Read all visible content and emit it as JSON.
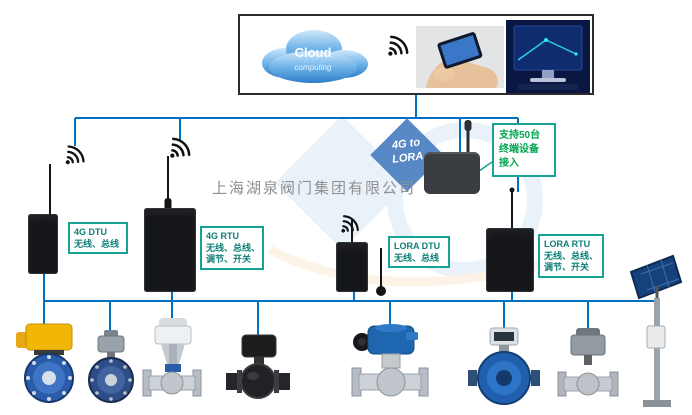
{
  "company_watermark": "上海湖泉阀门集团有限公司",
  "cloud": {
    "title": "Cloud",
    "subtitle": "computing"
  },
  "gateway_tag": {
    "line1": "4G to",
    "line2": "LORA"
  },
  "support_note": {
    "line1": "支持50台",
    "line2": "终端设备",
    "line3": "接入"
  },
  "device_labels": {
    "dtu_4g": {
      "title": "4G DTU",
      "line1": "无线、总线"
    },
    "rtu_4g": {
      "title": "4G RTU",
      "line1": "无线、总线、",
      "line2": "调节、开关"
    },
    "dtu_lora": {
      "title": "LORA DTU",
      "line1": "无线、总线"
    },
    "rtu_lora": {
      "title": "LORA RTU",
      "line1": "无线、总线、",
      "line2": "调节、开关"
    }
  },
  "colors": {
    "connector_blue": "#0070C0",
    "label_border_teal": "#18A295",
    "label_text_teal": "#0E7F78",
    "note_text_green": "#00A650",
    "gateway_diamond_blue": "#4A7FC1",
    "cloud_blue": "#2F7EC9"
  },
  "icons": {
    "wifi": "wifi-signal-icon",
    "products": [
      "electric-butterfly-valve",
      "butterfly-valve",
      "flanged-control-valve",
      "black-ball-valve",
      "electric-flanged-ball-valve",
      "electromagnetic-flowmeter",
      "electric-globe-valve",
      "solar-power-pole"
    ]
  }
}
